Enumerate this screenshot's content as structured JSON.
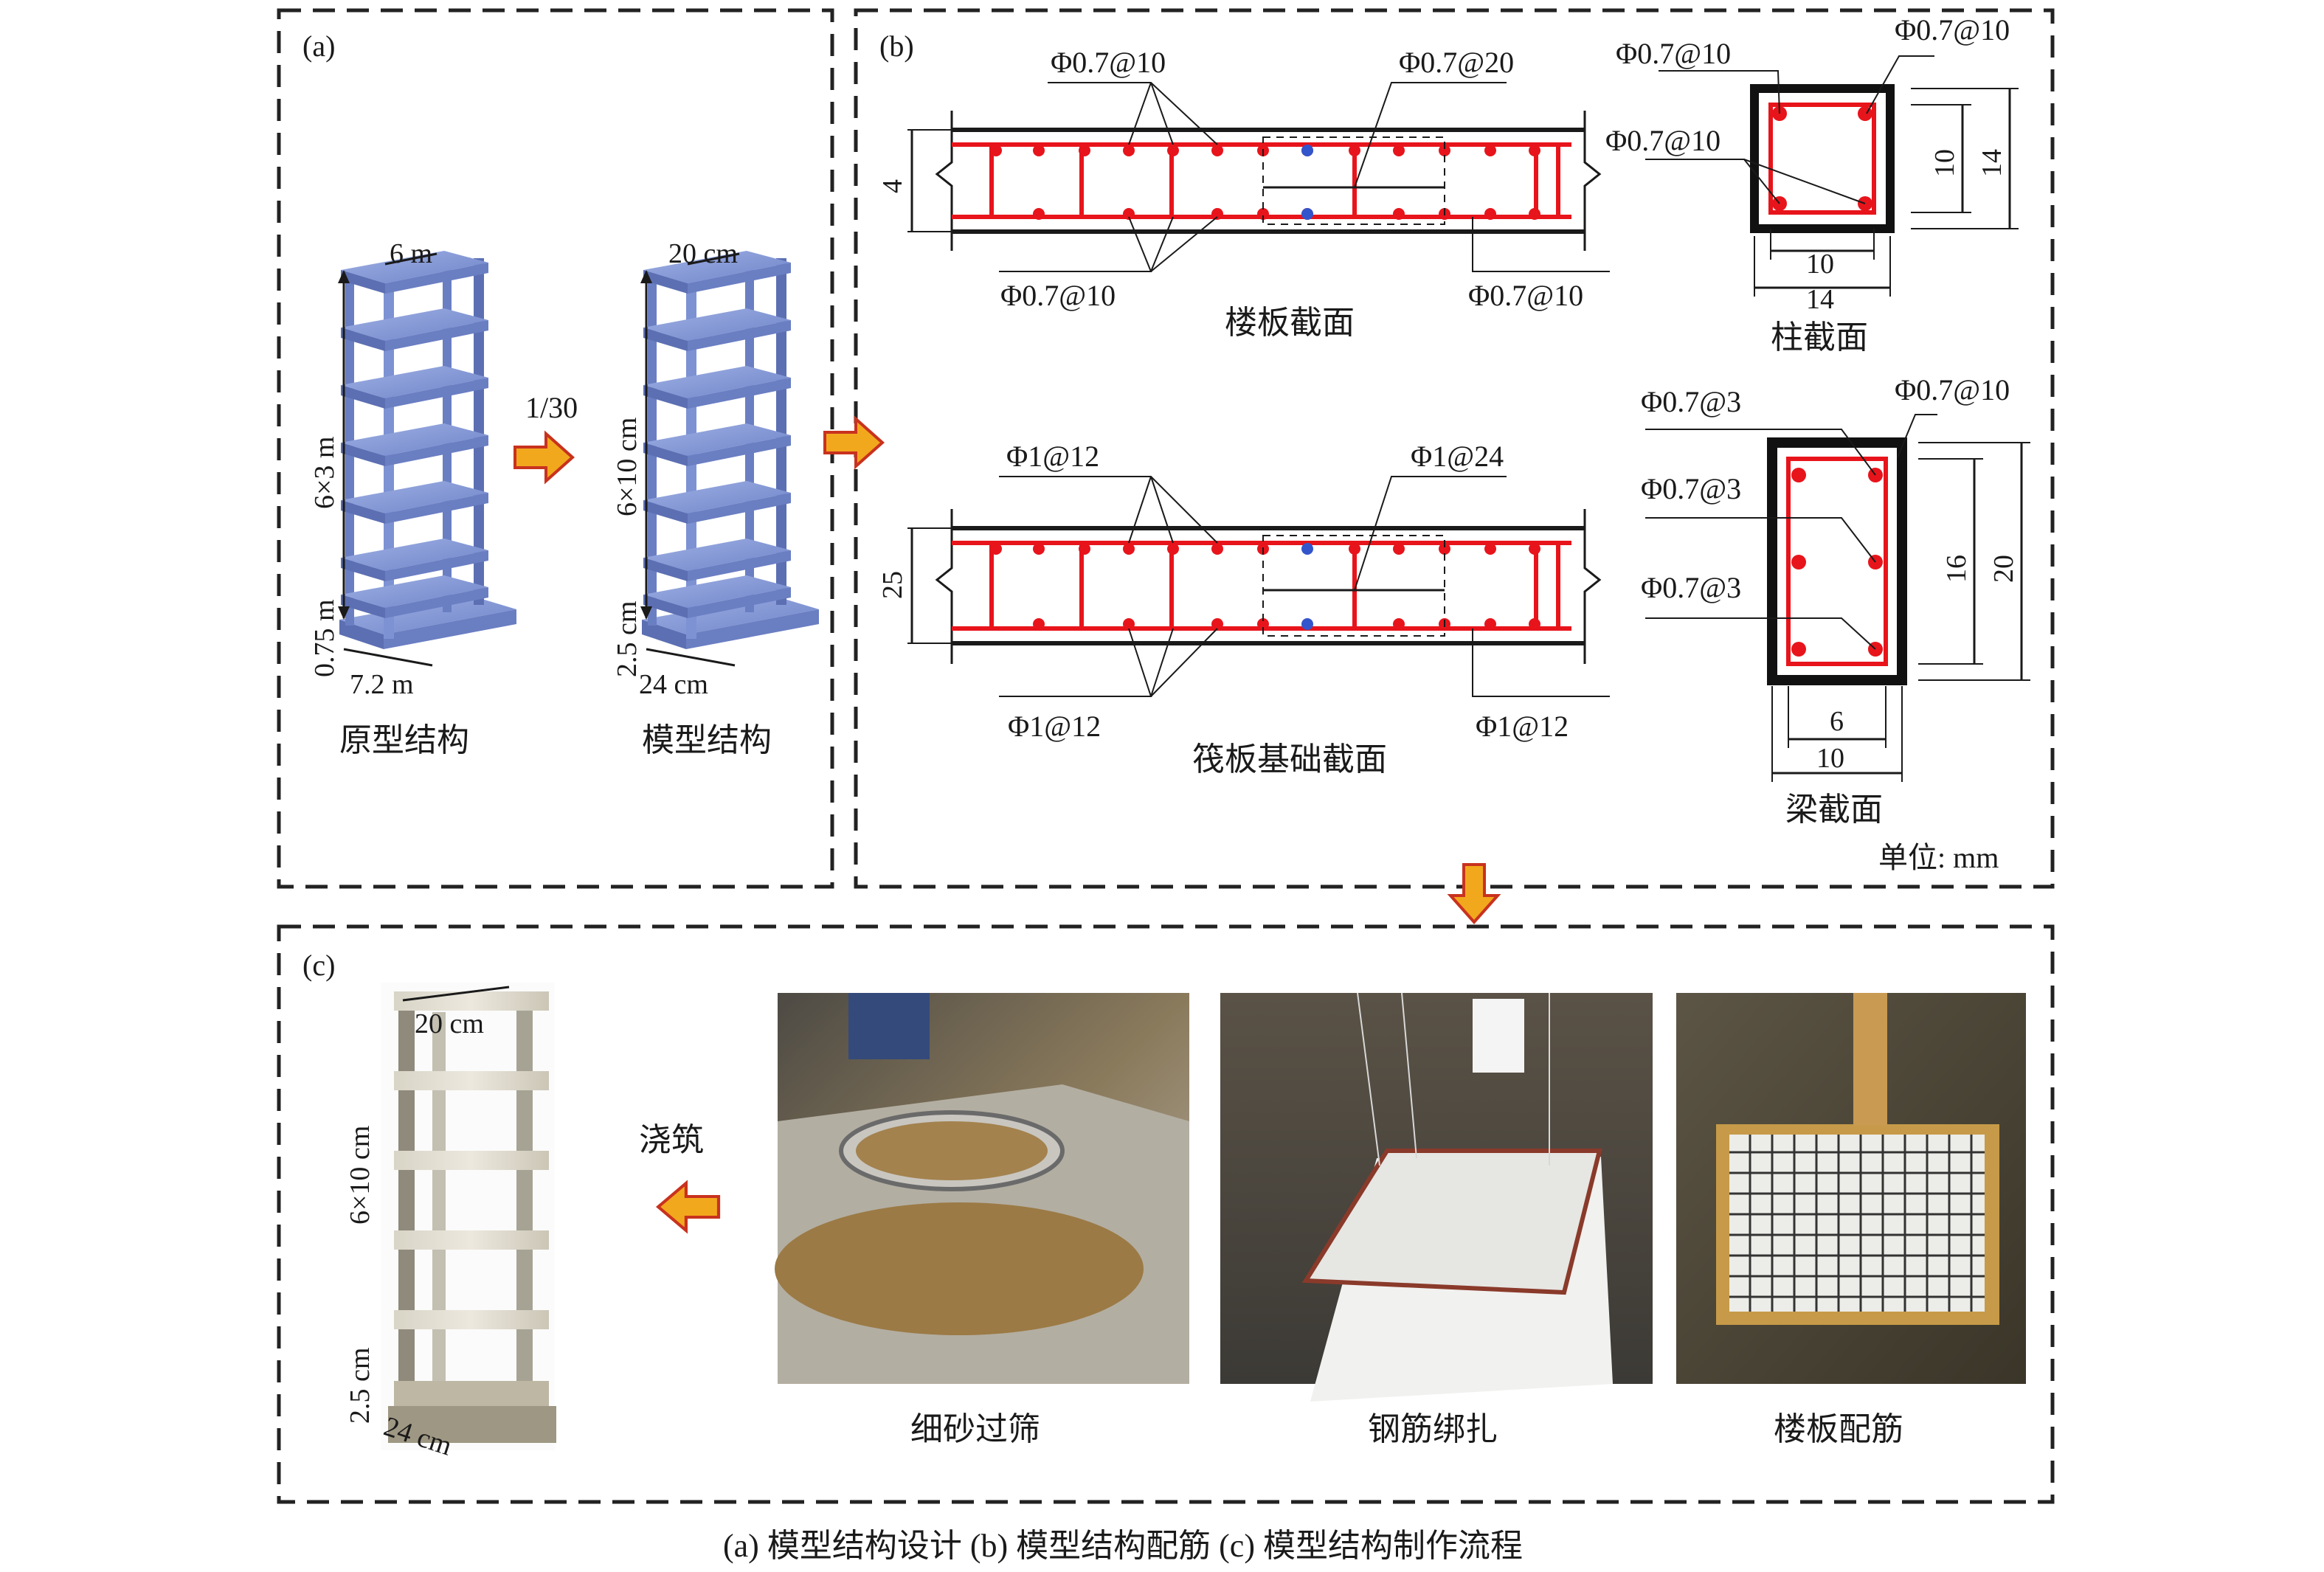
{
  "panel_a": {
    "tag": "(a)",
    "proto": {
      "top": "6 m",
      "height": "6×3 m",
      "base": "0.75 m",
      "width": "7.2 m",
      "caption": "原型结构"
    },
    "scale": "1/30",
    "model": {
      "top": "20 cm",
      "height": "6×10 cm",
      "base": "2.5 cm",
      "width": "24 cm",
      "caption": "模型结构"
    }
  },
  "panel_b": {
    "tag": "(b)",
    "slab": {
      "t_left_top": "Φ0.7@10",
      "t_mid_top": "Φ0.7@20",
      "b_left": "Φ0.7@10",
      "b_right": "Φ0.7@10",
      "thickness": "4",
      "caption": "楼板截面"
    },
    "raft": {
      "t_left_top": "Φ1@12",
      "t_mid_top": "Φ1@24",
      "b_left": "Φ1@12",
      "b_right": "Φ1@12",
      "thickness": "25",
      "caption": "筏板基础截面"
    },
    "column": {
      "l1": "Φ0.7@10",
      "l2": "Φ0.7@10",
      "l3": "Φ0.7@10",
      "inner_w": "10",
      "outer_w": "14",
      "inner_h": "10",
      "outer_h": "14",
      "caption": "柱截面"
    },
    "beam": {
      "l1": "Φ0.7@3",
      "l2": "Φ0.7@10",
      "l3": "Φ0.7@3",
      "l4": "Φ0.7@3",
      "inner_w": "6",
      "outer_w": "10",
      "inner_h": "16",
      "outer_h": "20",
      "caption": "梁截面"
    },
    "unit": "单位: mm"
  },
  "panel_c": {
    "tag": "(c)",
    "model": {
      "top": "20 cm",
      "height": "6×10 cm",
      "base": "2.5 cm",
      "width": "24 cm"
    },
    "arrow_label": "浇筑",
    "photos": [
      "细砂过筛",
      "钢筋绑扎",
      "楼板配筋"
    ]
  },
  "caption": "(a) 模型结构设计 (b) 模型结构配筋 (c) 模型结构制作流程",
  "colors": {
    "rebar": "#e8141b",
    "frame": "#7d92d3",
    "arrow": "#f2a81d",
    "arrow_edge": "#c8321e"
  }
}
